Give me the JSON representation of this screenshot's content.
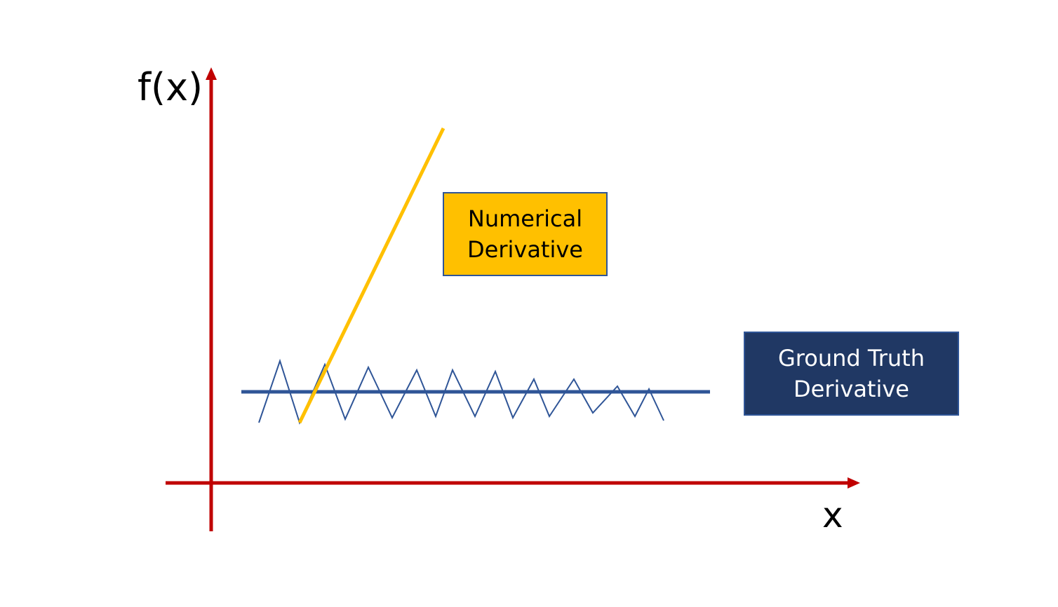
{
  "axes": {
    "y_label": "f(x)",
    "x_label": "x",
    "color": "#c00000"
  },
  "numerical_derivative": {
    "label_line1": "Numerical",
    "label_line2": "Derivative",
    "color": "#ffc000"
  },
  "ground_truth_derivative": {
    "label_line1": "Ground Truth",
    "label_line2": "Derivative",
    "color": "#203864",
    "line_color": "#2f5597"
  },
  "noisy_curve": {
    "color": "#2f5597"
  }
}
